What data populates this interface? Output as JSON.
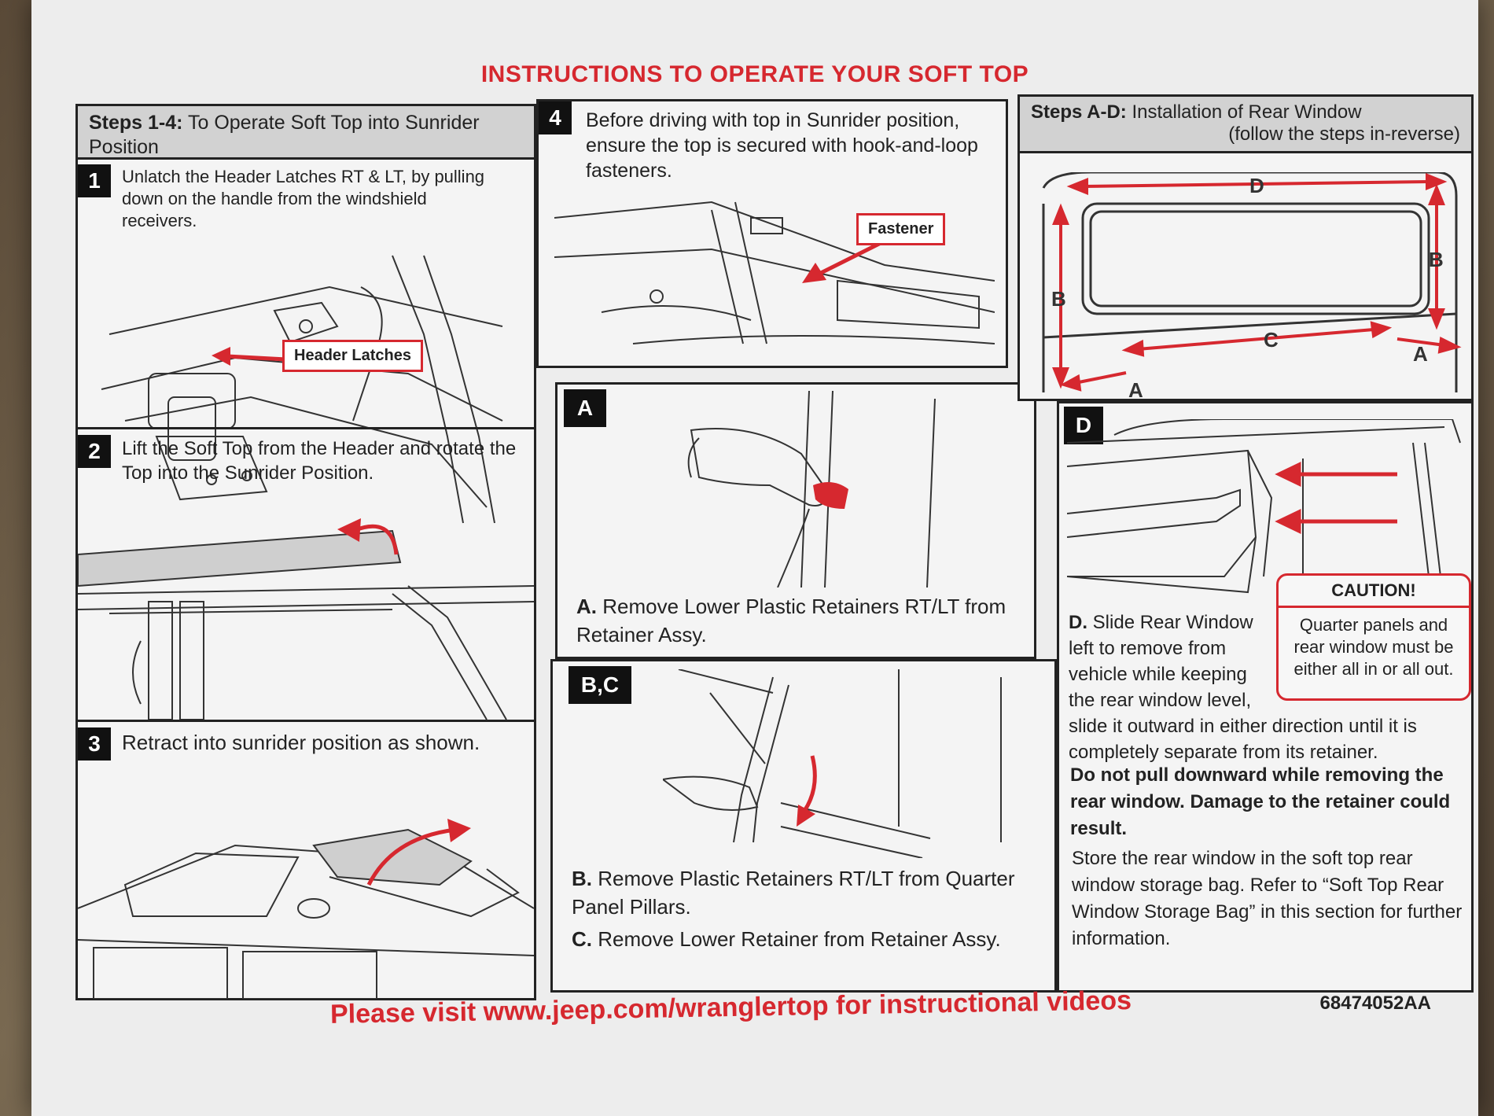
{
  "title": "INSTRUCTIONS TO OPERATE YOUR SOFT TOP",
  "panel_steps": {
    "header_bold": "Steps 1-4:",
    "header_rest": " To Operate Soft Top into Sunrider Position"
  },
  "step1": {
    "badge": "1",
    "text": "Unlatch the Header Latches RT & LT, by pulling down on the handle from the windshield receivers.",
    "callout": "Header Latches"
  },
  "step2": {
    "badge": "2",
    "text": "Lift the Soft Top from the Header and rotate the Top into the Sunrider Position."
  },
  "step3": {
    "badge": "3",
    "text": "Retract into sunrider position as shown."
  },
  "step4": {
    "badge": "4",
    "text": "Before driving with top in Sunrider position, ensure the top is secured with hook-and-loop fasteners.",
    "callout": "Fastener"
  },
  "stepA": {
    "badge": "A",
    "bold": "A.",
    "text": " Remove Lower Plastic Retainers RT/LT from Retainer Assy."
  },
  "stepBC": {
    "badge": "B,C",
    "b_bold": "B.",
    "b_text": " Remove Plastic Retainers RT/LT from Quarter Panel Pillars.",
    "c_bold": "C.",
    "c_text": " Remove Lower Retainer from Retainer Assy."
  },
  "panel_rear": {
    "header_bold": "Steps A-D:",
    "header_rest": " Installation of Rear Window",
    "header_line2": "(follow the steps in-reverse)",
    "labels": {
      "a1": "A",
      "a2": "A",
      "b1": "B",
      "b2": "B",
      "c": "C",
      "d": "D"
    }
  },
  "stepD": {
    "badge": "D",
    "bold": "D.",
    "text1": " Slide Rear Window left to remove from vehicle while keeping the rear window level, slide it outward in either direction until it is completely separate from its retainer.",
    "warning": "Do not pull downward while removing the rear window. Damage to the retainer could result.",
    "text2": "Store the rear window in the soft top rear window storage bag. Refer to “Soft Top Rear Window Storage Bag” in this section for further information."
  },
  "caution": {
    "head": "CAUTION!",
    "body": "Quarter panels and rear window must be either all in or all out."
  },
  "footer": "Please visit www.jeep.com/wranglertop for instructional videos",
  "part_number": "68474052AA",
  "colors": {
    "accent": "#d6282f",
    "border": "#222222",
    "header_bg": "#d2d2d2"
  }
}
